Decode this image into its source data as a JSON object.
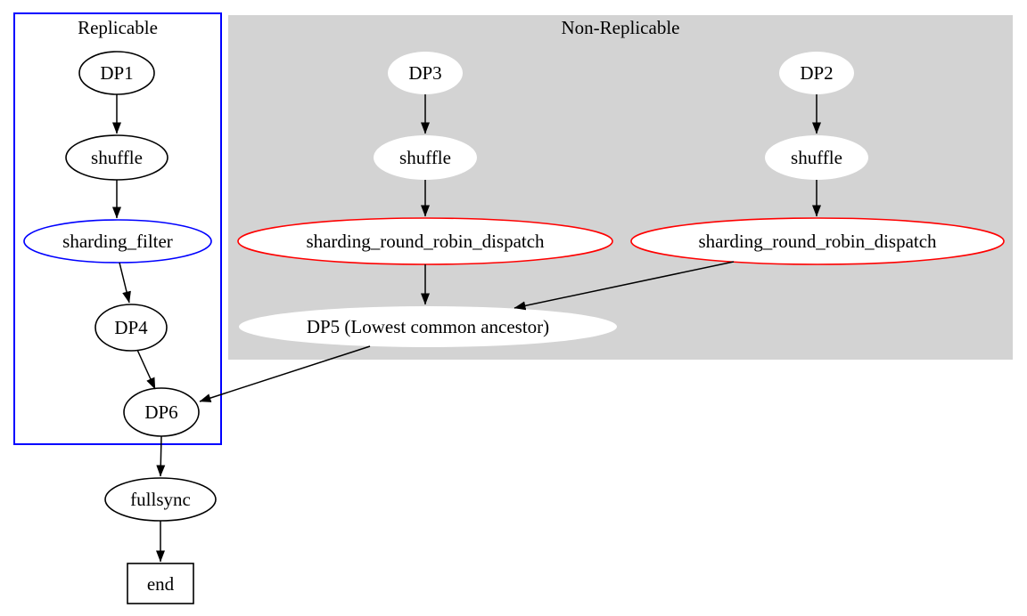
{
  "clusters": {
    "replicable": {
      "label": "Replicable",
      "border_color": "#0000ff"
    },
    "non_replicable": {
      "label": "Non-Replicable",
      "fill": "#d3d3d3"
    }
  },
  "nodes": {
    "dp1": {
      "label": "DP1"
    },
    "shuffle_left": {
      "label": "shuffle"
    },
    "sharding_filter": {
      "label": "sharding_filter",
      "accent": "#0000ff"
    },
    "dp4": {
      "label": "DP4"
    },
    "dp6": {
      "label": "DP6"
    },
    "fullsync": {
      "label": "fullsync"
    },
    "end": {
      "label": "end"
    },
    "dp3": {
      "label": "DP3"
    },
    "shuffle_mid": {
      "label": "shuffle"
    },
    "dispatch_left": {
      "label": "sharding_round_robin_dispatch",
      "accent": "#ff0000"
    },
    "dp2": {
      "label": "DP2"
    },
    "shuffle_right": {
      "label": "shuffle"
    },
    "dispatch_right": {
      "label": "sharding_round_robin_dispatch",
      "accent": "#ff0000"
    },
    "dp5": {
      "label": "DP5 (Lowest common ancestor)"
    }
  },
  "edges": [
    {
      "from": "DP1",
      "to": "shuffle"
    },
    {
      "from": "shuffle",
      "to": "sharding_filter"
    },
    {
      "from": "sharding_filter",
      "to": "DP4"
    },
    {
      "from": "DP4",
      "to": "DP6"
    },
    {
      "from": "DP3",
      "to": "shuffle"
    },
    {
      "from": "shuffle",
      "to": "sharding_round_robin_dispatch"
    },
    {
      "from": "sharding_round_robin_dispatch",
      "to": "DP5 (Lowest common ancestor)"
    },
    {
      "from": "DP2",
      "to": "shuffle"
    },
    {
      "from": "shuffle",
      "to": "sharding_round_robin_dispatch"
    },
    {
      "from": "sharding_round_robin_dispatch",
      "to": "DP5 (Lowest common ancestor)"
    },
    {
      "from": "DP5 (Lowest common ancestor)",
      "to": "DP6"
    },
    {
      "from": "DP6",
      "to": "fullsync"
    },
    {
      "from": "fullsync",
      "to": "end"
    }
  ],
  "edge_color": "#000000"
}
